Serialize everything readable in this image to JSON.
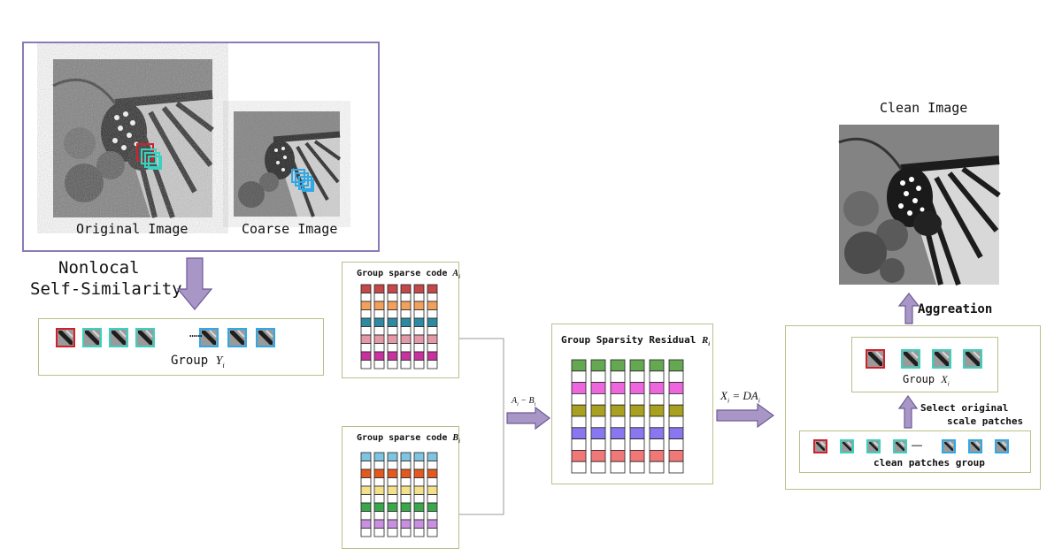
{
  "diagram": {
    "original_image_label": "Original Image",
    "coarse_image_label": "Coarse Image",
    "clean_image_label": "Clean Image",
    "nonlocal_line1": "Nonlocal",
    "nonlocal_line2": "Self-Similarity",
    "group_y_label": "Group",
    "group_y_symbol": "Y",
    "group_y_sub": "i",
    "dots": "……",
    "sparse_a_label": "Group sparse code",
    "sparse_a_symbol": "A",
    "sparse_a_sub": "i",
    "sparse_b_label": "Group sparse code",
    "sparse_b_symbol": "B",
    "sparse_b_sub": "i",
    "a_minus_b": "A",
    "a_minus_b_sub1": "i",
    "a_minus_b_mid": " − B",
    "a_minus_b_sub2": "i",
    "residual_label": "Group Sparsity Residual",
    "residual_symbol": "R",
    "residual_sub": "i",
    "xi_eq_lhs": "X",
    "xi_eq_sub1": "i",
    "xi_eq_mid": " = DA",
    "xi_eq_sub2": "i",
    "aggregation_label": "Aggreation",
    "group_x_label": "Group",
    "group_x_symbol": "X",
    "group_x_sub": "i",
    "select_line1": "Select  original",
    "select_line2": "scale patches",
    "clean_patches_label": "clean patches group"
  },
  "colors": {
    "purple_frame": "#8b7ab8",
    "olive_frame": "#b9bf8a",
    "arrow_fill": "#a897c6",
    "arrow_stroke": "#6e5a96",
    "red_patch": "#d0202a",
    "cyan_patch": "#3bd1c0",
    "blue_patch": "#2fa8e6"
  },
  "code_a_colors": [
    "#c4474a",
    "#f2a05c",
    "#2e8aa0",
    "#e49aa6",
    "#c8329e"
  ],
  "code_b_colors": [
    "#7fc4e0",
    "#e45a1e",
    "#f4e08a",
    "#3aa84a",
    "#c890e0"
  ],
  "residual_colors": [
    "#66a852",
    "#ee66dd",
    "#a8a020",
    "#8877ee",
    "#f07878"
  ]
}
